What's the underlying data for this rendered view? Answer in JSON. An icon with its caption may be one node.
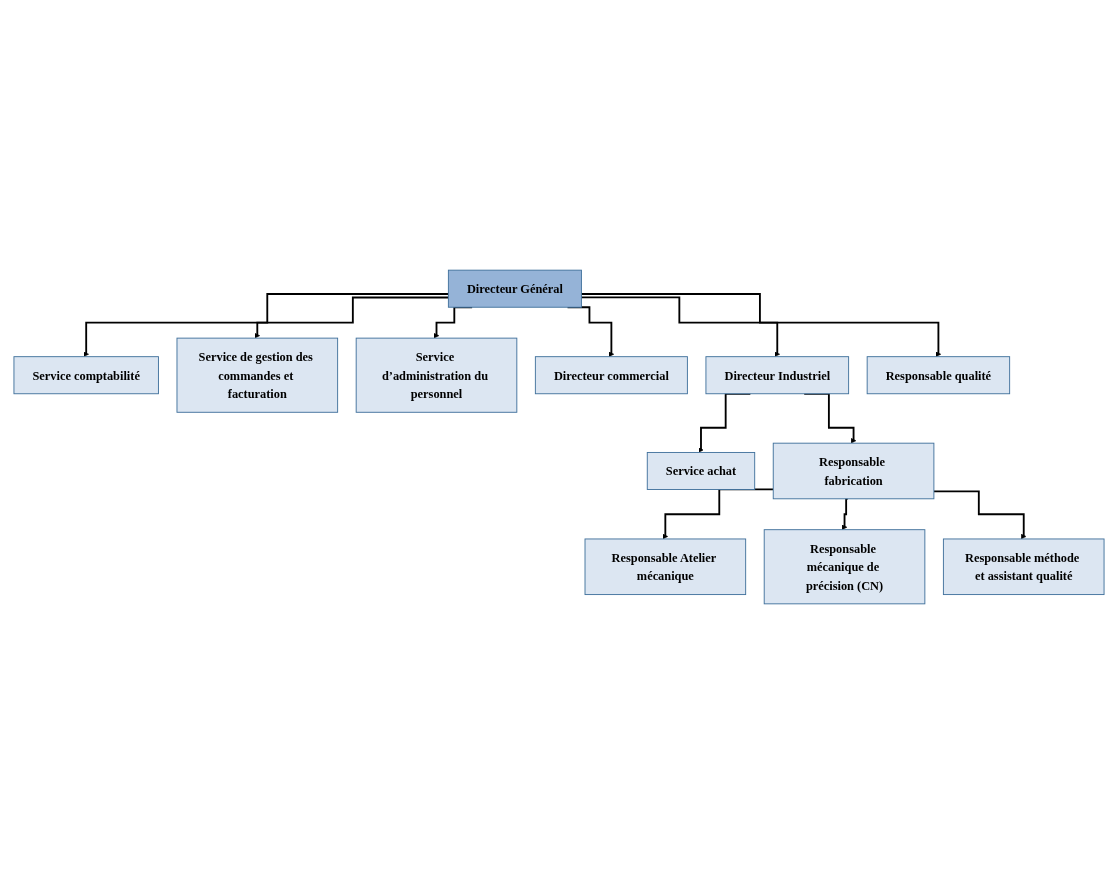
{
  "diagram": {
    "nodes": [
      {
        "text": [
          "Directeur Général"
        ]
      },
      {
        "text": [
          "Service comptabilité"
        ]
      },
      {
        "text": [
          "Service de gestion des commandes et facturation"
        ]
      },
      {
        "text": [
          "Service d’administration du personnel"
        ]
      },
      {
        "text": [
          "Directeur commercial"
        ]
      },
      {
        "text": [
          "Directeur Industriel"
        ]
      },
      {
        "text": [
          "Responsable qualité"
        ]
      },
      {
        "text": [
          "Service achat"
        ]
      },
      {
        "text": [
          "Responsable fabrication"
        ]
      },
      {
        "text": [
          "Responsable Atelier mécanique"
        ]
      },
      {
        "text": [
          "Responsable mécanique de précision (CN)"
        ]
      },
      {
        "text": [
          "Responsable méthode et assistant qualité"
        ]
      }
    ],
    "edges": [
      {
        "from": 0,
        "to": 1,
        "arrow": "to"
      },
      {
        "from": 0,
        "to": 2,
        "arrow": "to"
      },
      {
        "from": 0,
        "to": 3,
        "arrow": "to"
      },
      {
        "from": 0,
        "to": 4,
        "arrow": "to"
      },
      {
        "from": 0,
        "to": 5,
        "arrow": "to"
      },
      {
        "from": 0,
        "to": 6,
        "arrow": "to"
      },
      {
        "from": 5,
        "to": 7,
        "arrow": "to"
      },
      {
        "from": 5,
        "to": 8,
        "arrow": "to"
      },
      {
        "from": 8,
        "to": 9,
        "arrow": "to"
      },
      {
        "from": 8,
        "to": 10,
        "arrow": "to"
      },
      {
        "from": 8,
        "to": 11,
        "arrow": "to"
      }
    ]
  }
}
